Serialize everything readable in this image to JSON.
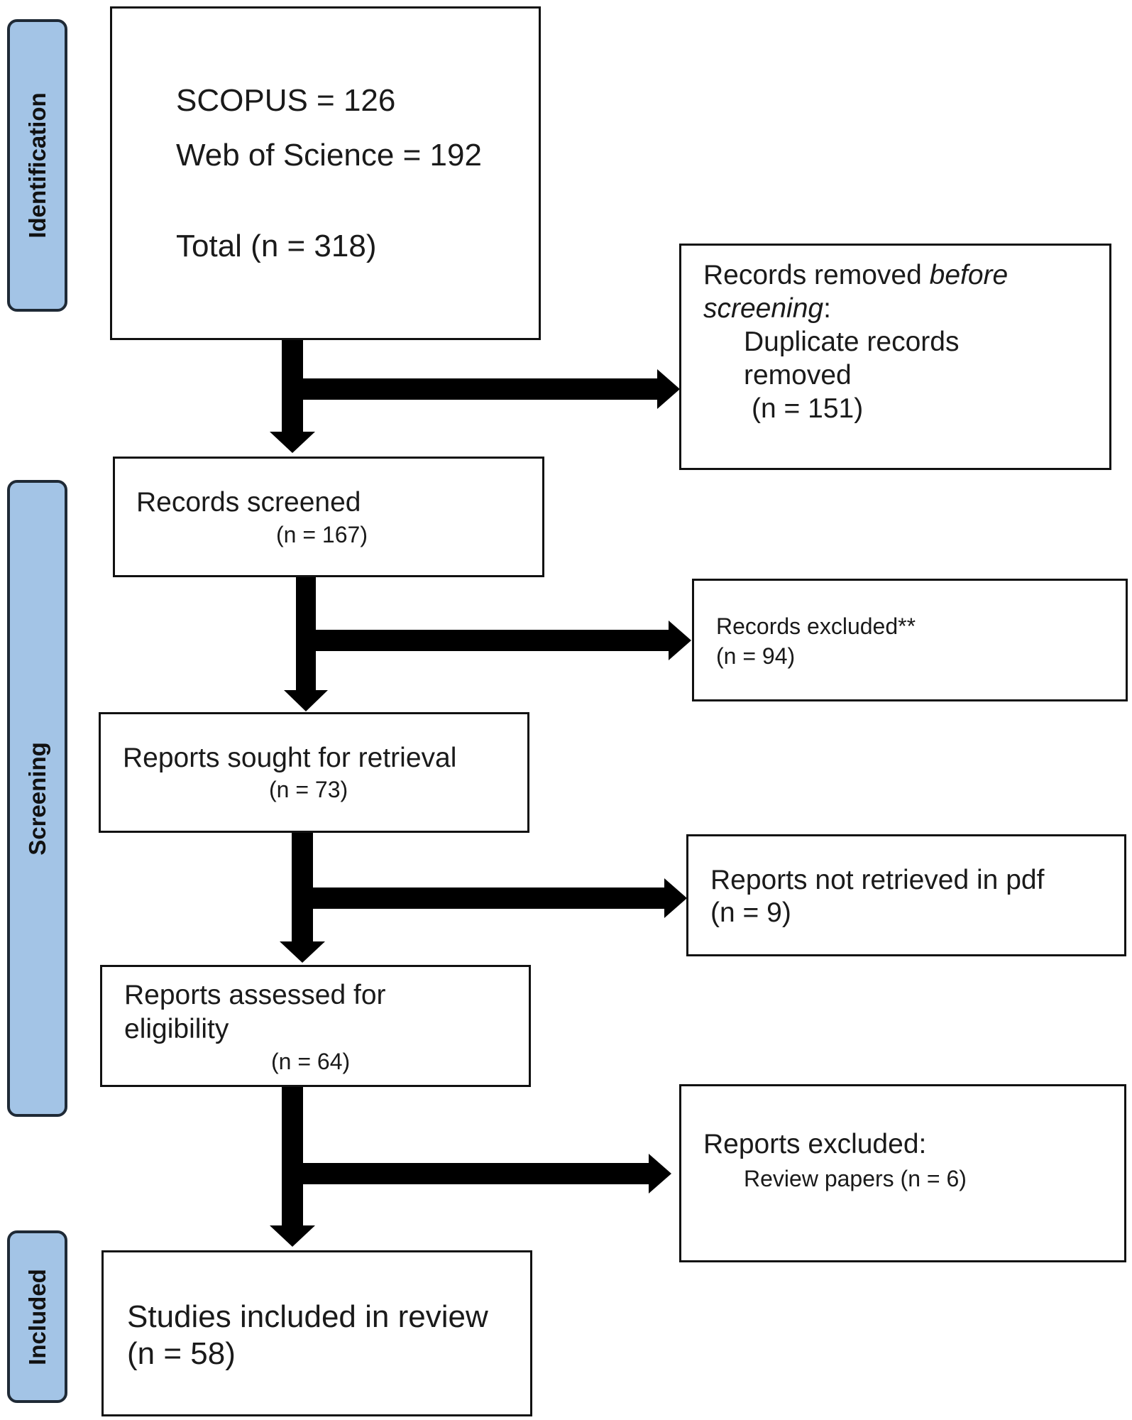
{
  "phases": {
    "identification": "Identification",
    "screening": "Screening",
    "included": "Included"
  },
  "identification": {
    "scopus": "SCOPUS = 126",
    "wos": "Web of Science = 192",
    "total": "Total (n = 318)"
  },
  "removed": {
    "line1_prefix": "Records removed ",
    "line1_italic": "before",
    "line2_italic": "screening",
    "line2_suffix": ":",
    "line3": "Duplicate records",
    "line4": "removed",
    "line5": "(n = 151)"
  },
  "screened": {
    "label": "Records screened",
    "count": "(n = 167)"
  },
  "excluded": {
    "label": "Records excluded**",
    "count": "(n = 94)"
  },
  "sought": {
    "label": "Reports sought for retrieval",
    "count": "(n = 73)"
  },
  "not_retrieved": {
    "label": "Reports not retrieved in pdf",
    "count": "(n = 9)"
  },
  "assessed": {
    "line1": "Reports assessed for",
    "line2": "eligibility",
    "count": "(n = 64)"
  },
  "reports_excluded": {
    "label": "Reports excluded:",
    "detail": "Review papers (n = 6)"
  },
  "included": {
    "label": "Studies included in review",
    "count": "(n = 58)"
  }
}
